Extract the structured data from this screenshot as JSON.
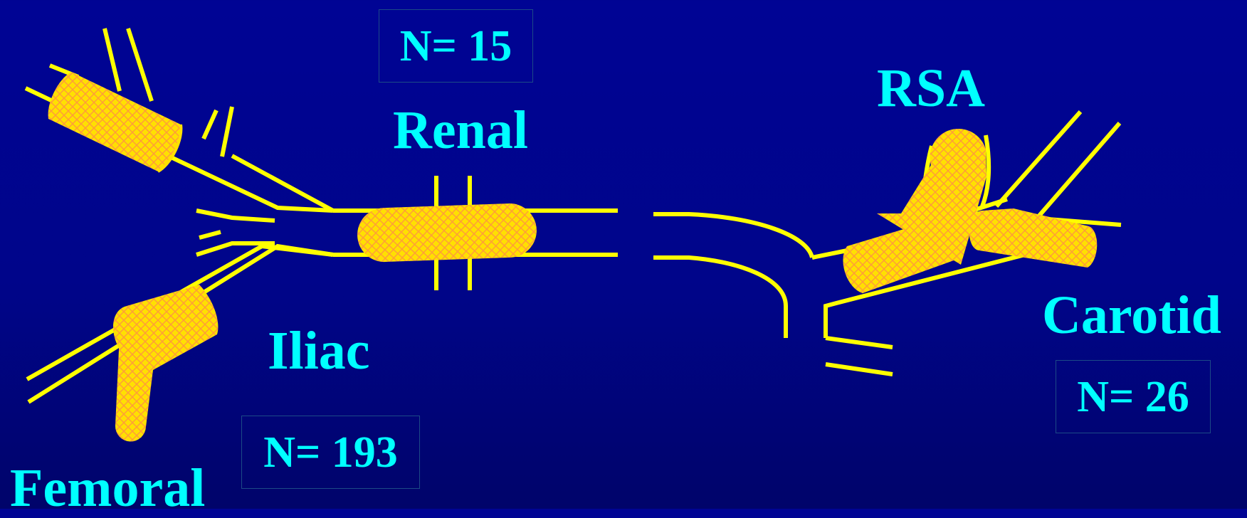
{
  "labels": {
    "renal": "Renal",
    "iliac": "Iliac",
    "femoral": "Femoral",
    "rsa": "RSA",
    "carotid": "Carotid"
  },
  "counts": {
    "renal": "N= 15",
    "iliac_femoral": "N= 193",
    "carotid": "N= 26"
  },
  "colors": {
    "background": "#000494",
    "label_text": "#00ffff",
    "vessel_line": "#ffff00",
    "stent_fill": "#ffe000",
    "stent_mesh": "#ff9a3c"
  }
}
